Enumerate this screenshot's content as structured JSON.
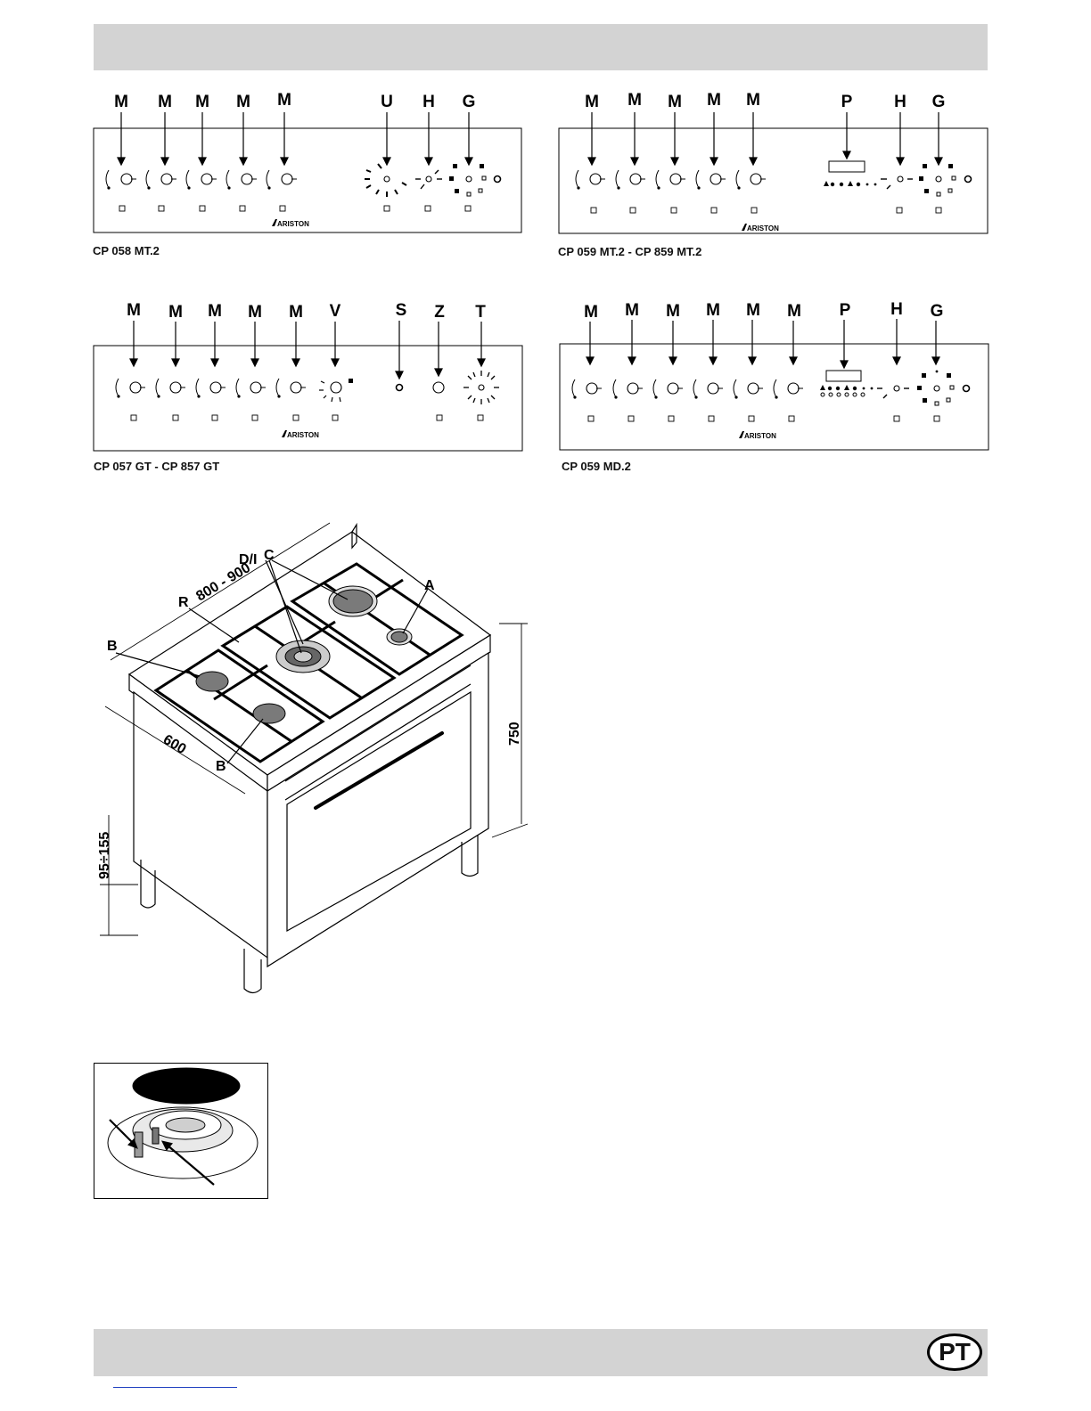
{
  "page": {
    "language_badge": "PT"
  },
  "panels": [
    {
      "id": "p1",
      "model": "CP 058 MT.2",
      "labels": [
        "M",
        "M",
        "M",
        "M",
        "M",
        "U",
        "H",
        "G"
      ],
      "brand": "ARISTON"
    },
    {
      "id": "p2",
      "model": "CP 059 MT.2 - CP 859 MT.2",
      "labels": [
        "M",
        "M",
        "M",
        "M",
        "M",
        "P",
        "H",
        "G"
      ],
      "brand": "ARISTON"
    },
    {
      "id": "p3",
      "model": "CP 057 GT - CP 857 GT",
      "labels": [
        "M",
        "M",
        "M",
        "M",
        "M",
        "V",
        "S",
        "Z",
        "T"
      ],
      "brand": "ARISTON"
    },
    {
      "id": "p4",
      "model": "CP 059 MD.2",
      "labels": [
        "M",
        "M",
        "M",
        "M",
        "M",
        "M",
        "P",
        "H",
        "G"
      ],
      "brand": "ARISTON"
    }
  ],
  "cooker": {
    "part_labels": {
      "a": "A",
      "b1": "B",
      "b2": "B",
      "c": "C",
      "di": "D/I",
      "r": "R"
    },
    "dimensions": {
      "width": "800 - 900",
      "depth": "600",
      "height": "750",
      "feet": "95÷155"
    }
  },
  "icons": [
    "ariston-logo-icon",
    "control-knob-icon",
    "down-arrow-icon",
    "gas-burner-icon",
    "spark-plug-icon",
    "thermocouple-icon"
  ]
}
